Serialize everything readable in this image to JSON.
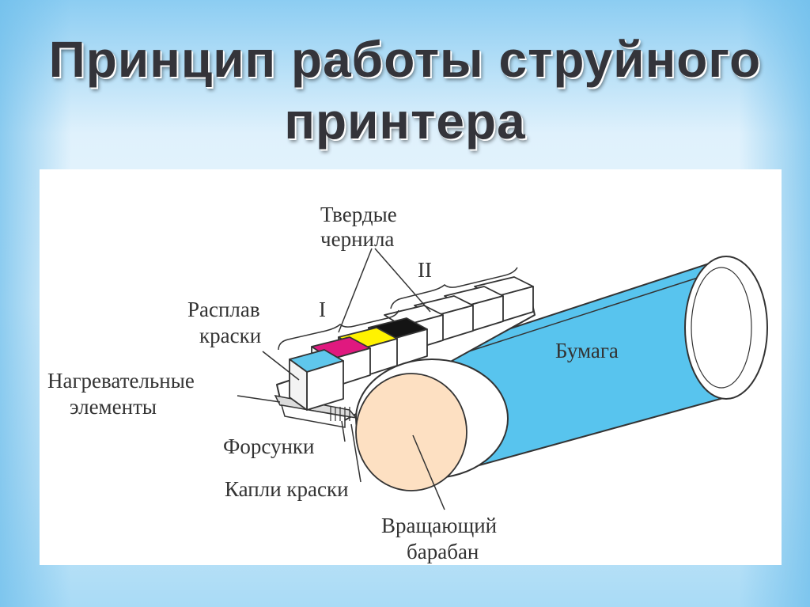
{
  "title": {
    "line1": "Принцип работы струйного",
    "line2": "принтера"
  },
  "diagram": {
    "labels": {
      "solid_ink_1": "Твердые",
      "solid_ink_2": "чернила",
      "group_1": "I",
      "group_2": "II",
      "melt_1": "Расплав",
      "melt_2": "краски",
      "heating_1": "Нагревательные",
      "heating_2": "элементы",
      "nozzles": "Форсунки",
      "drops": "Капли краски",
      "paper": "Бумага",
      "drum_1": "Вращающий",
      "drum_2": "барабан"
    },
    "colors": {
      "paper": "#58c4ee",
      "drum_end": "#fde0c2",
      "ink_cyan": "#5fc7ec",
      "ink_magenta": "#e0197f",
      "ink_yellow": "#fff200",
      "ink_black": "#141414",
      "outline": "#333333"
    }
  }
}
